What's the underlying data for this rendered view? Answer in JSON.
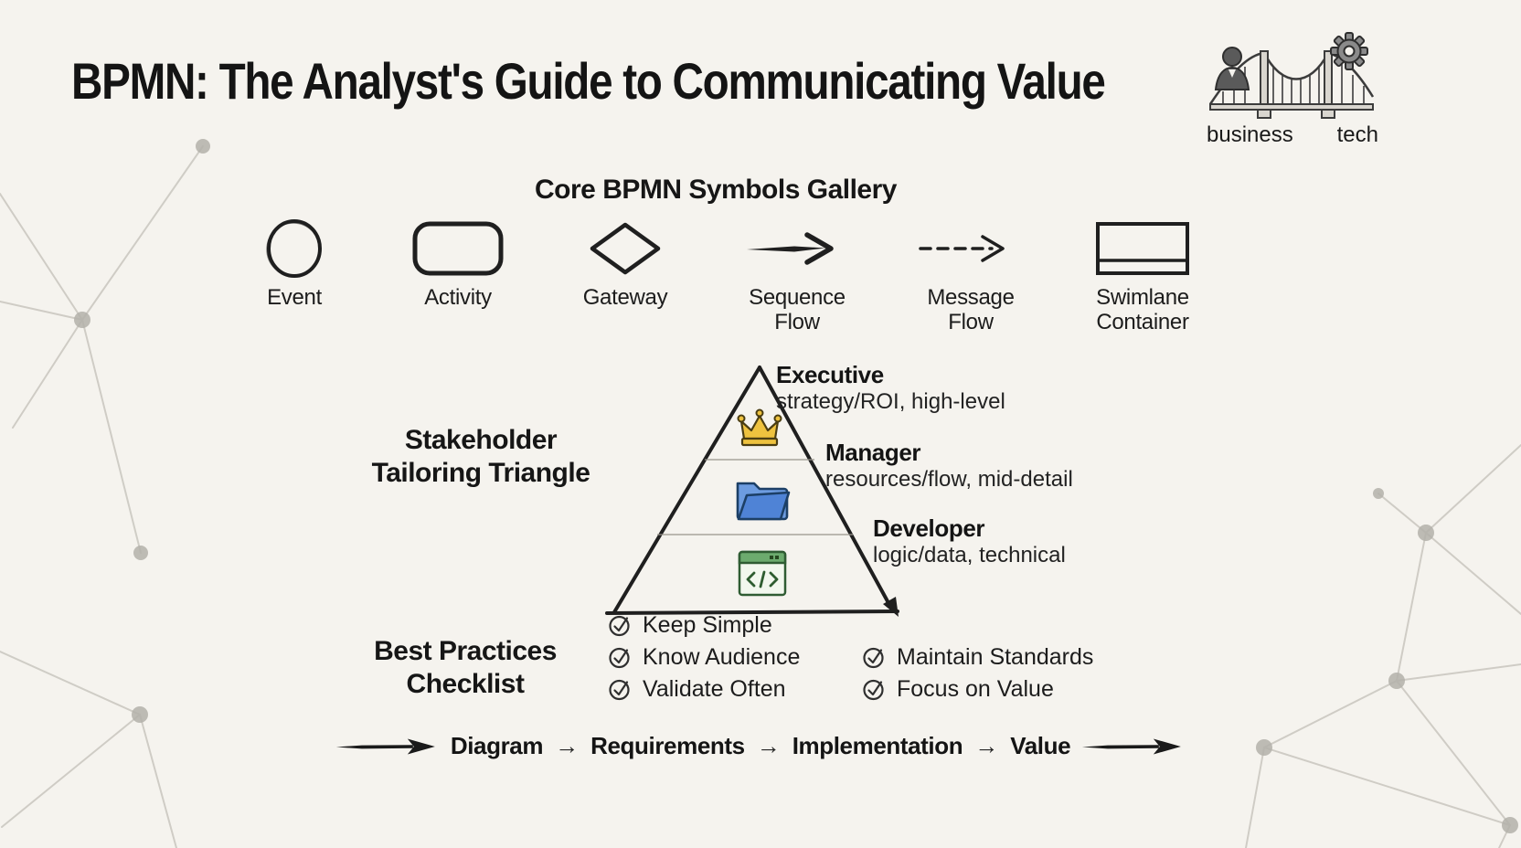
{
  "page": {
    "title": "BPMN: The Analyst's Guide to Communicating Value"
  },
  "bridge": {
    "left_label": "business",
    "right_label": "tech",
    "icons": [
      "businessman-icon",
      "suspension-bridge-icon",
      "gear-icon"
    ]
  },
  "symbols": {
    "heading": "Core BPMN Symbols Gallery",
    "items": [
      {
        "label": "Event",
        "icon": "circle"
      },
      {
        "label": "Activity",
        "icon": "rounded-rectangle"
      },
      {
        "label": "Gateway",
        "icon": "diamond"
      },
      {
        "label": "Sequence Flow",
        "icon": "solid-arrow"
      },
      {
        "label": "Message Flow",
        "icon": "dashed-arrow"
      },
      {
        "label": "Swimlane Container",
        "icon": "lane-rectangle"
      }
    ]
  },
  "triangle": {
    "heading_line1": "Stakeholder",
    "heading_line2": "Tailoring Triangle",
    "tiers": [
      {
        "role": "Executive",
        "desc": "strategy/ROI, high-level",
        "icon": "crown-icon"
      },
      {
        "role": "Manager",
        "desc": "resources/flow, mid-detail",
        "icon": "folder-icon"
      },
      {
        "role": "Developer",
        "desc": "logic/data, technical",
        "icon": "code-window-icon"
      }
    ]
  },
  "checklist": {
    "heading_line1": "Best Practices",
    "heading_line2": "Checklist",
    "item_icon": "check-circle-icon",
    "column1": [
      "Keep Simple",
      "Know Audience",
      "Validate Often"
    ],
    "column2": [
      "Maintain Standards",
      "Focus on Value"
    ]
  },
  "flow": {
    "separator": "→",
    "steps": [
      "Diagram",
      "Requirements",
      "Implementation",
      "Value"
    ]
  },
  "colors": {
    "background": "#f5f3ee",
    "ink": "#1a1a1a",
    "crown_gold": "#eec23f",
    "folder_blue": "#5b8bd9",
    "code_green": "#6cab6e",
    "doodle_gray": "#c6c3bc"
  }
}
